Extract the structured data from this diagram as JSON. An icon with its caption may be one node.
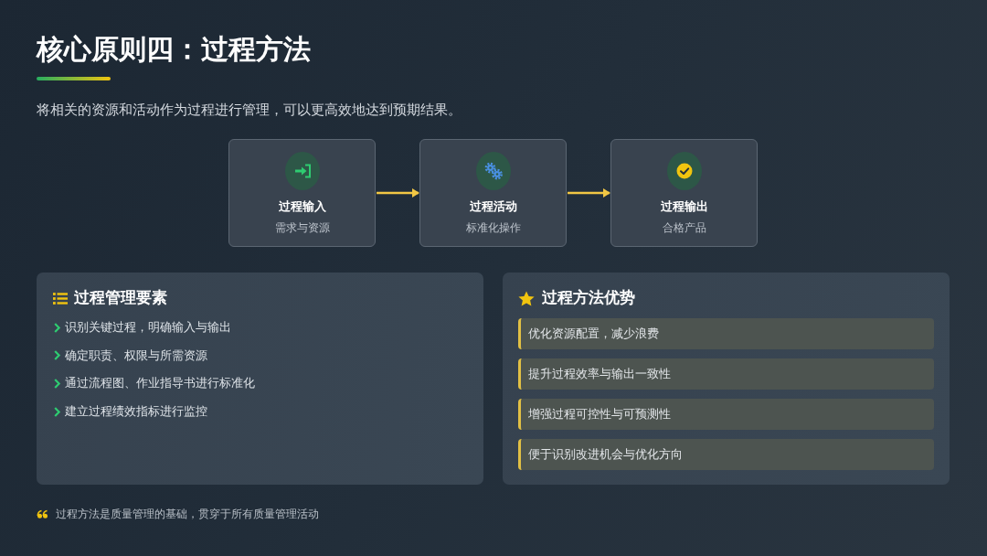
{
  "diagram": {
    "title": "核心原则四：过程方法",
    "nodes": [
      {
        "text": [
          "过程输入",
          "需求与资源"
        ]
      },
      {
        "text": [
          "过程活动",
          "标准化操作"
        ]
      },
      {
        "text": [
          "过程输出",
          "合格产品"
        ]
      },
      {
        "text": [
          "过程管理要素",
          "识别关键过程，明确输入与输出",
          "确定职责、权限与所需资源",
          "通过流程图、作业指导书进行标准化",
          "建立过程绩效指标进行监控"
        ]
      },
      {
        "text": [
          "过程方法优势"
        ]
      },
      {
        "text": [
          "优化资源配置，减少浪费"
        ],
        "in": 4
      },
      {
        "text": [
          "提升过程效率与输出一致性"
        ],
        "in": 4
      },
      {
        "text": [
          "增强过程可控性与可预测性"
        ],
        "in": 4
      },
      {
        "text": [
          "便于识别改进机会与优化方向"
        ],
        "in": 4
      }
    ],
    "edges": [
      {
        "from": 0,
        "to": 1,
        "arrow": "to"
      },
      {
        "from": 1,
        "to": 2,
        "arrow": "to"
      }
    ],
    "labels": [
      "将相关的资源和活动作为过程进行管理，可以更高效地达到预期结果。",
      "过程方法是质量管理的基础，贯穿于所有质量管理活动"
    ]
  }
}
